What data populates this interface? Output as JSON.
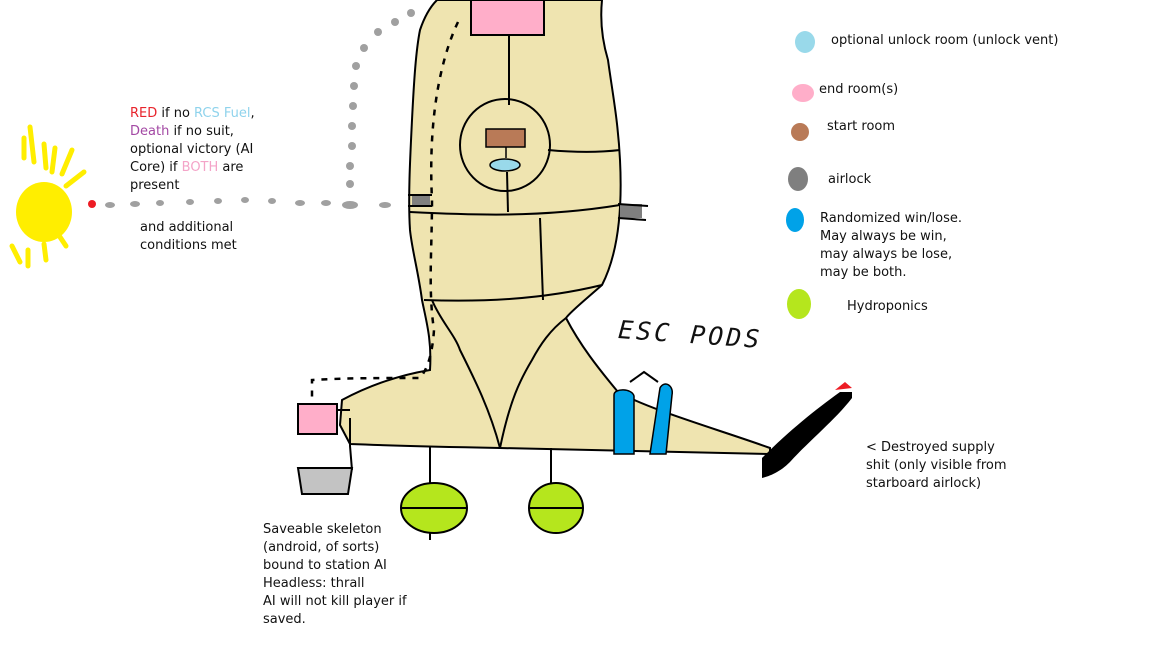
{
  "legend": {
    "items": [
      {
        "swatch": "#99d9ea",
        "label": "optional unlock room (unlock vent)"
      },
      {
        "swatch": "#ffaec9",
        "label": "end room(s)"
      },
      {
        "swatch": "#b97a57",
        "label": "start room"
      },
      {
        "swatch": "#7f7f7f",
        "label": "airlock"
      },
      {
        "swatch": "#00a2e8",
        "lines": [
          "Randomized win/lose.",
          "May always be win,",
          "may always be lose,",
          "may be both."
        ]
      },
      {
        "swatch": "#b5e61d",
        "label": "Hydroponics"
      }
    ]
  },
  "sun_note": {
    "line1": {
      "red": "RED",
      "t1": " if no ",
      "cyan": "RCS Fuel",
      "t2": ","
    },
    "line2": {
      "purple": "Death",
      "t1": " if no suit,"
    },
    "line3": "optional victory (AI",
    "line4": {
      "t1": "Core) if ",
      "pink": "BOTH",
      "t2": " are"
    },
    "line5": "present",
    "extra": [
      "and additional",
      "conditions met"
    ]
  },
  "esc_pods_label": "ESC PODS",
  "supply_note": [
    "< Destroyed supply",
    "shit (only visible from",
    "starboard airlock)"
  ],
  "skeleton_note": [
    "Saveable skeleton",
    "(android, of sorts)",
    "bound to station AI",
    "Headless: thrall",
    "AI will not kill player if",
    "saved."
  ],
  "colors": {
    "hull": "#efe4b0",
    "outline": "#000000",
    "sun": "#ffee00",
    "laser": "#ed1c24",
    "path": "#a0a0a0",
    "pink": "#ffaec9",
    "brown": "#b97a57",
    "lightblue": "#99d9ea",
    "blue": "#00a2e8",
    "green": "#b5e61d",
    "gray": "#7f7f7f",
    "lightgray": "#c3c3c3"
  }
}
